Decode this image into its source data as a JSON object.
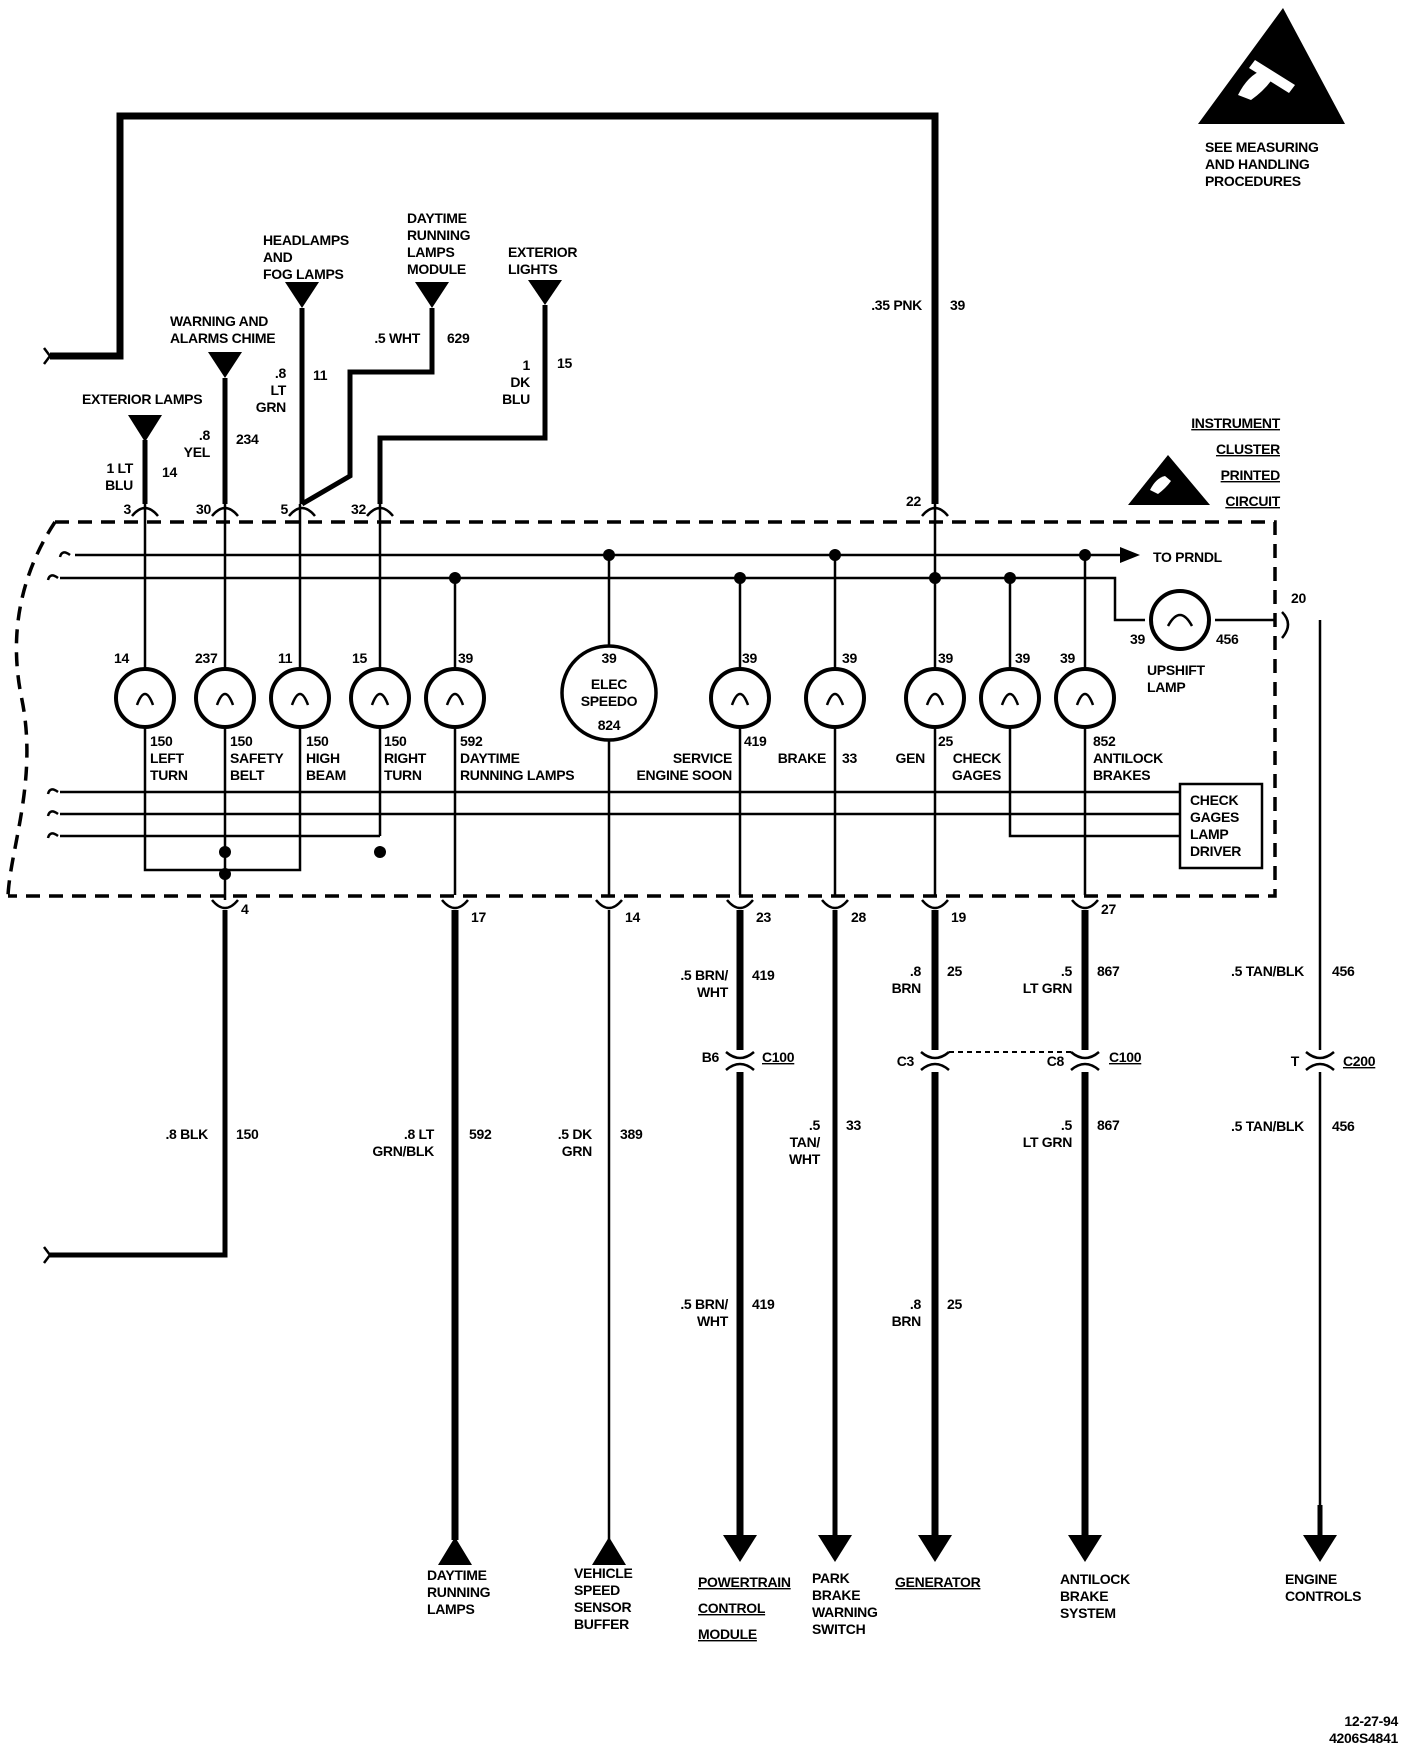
{
  "warning": {
    "l1": "SEE MEASURING",
    "l2": "AND HANDLING",
    "l3": "PROCEDURES"
  },
  "module_title": {
    "l1": "INSTRUMENT",
    "l2": "CLUSTER",
    "l3": "PRINTED",
    "l4": "CIRCUIT"
  },
  "top_sources": {
    "exterior_lamps": {
      "l1": "EXTERIOR LAMPS"
    },
    "warning_chime": {
      "l1": "WARNING AND",
      "l2": "ALARMS CHIME"
    },
    "headlamps": {
      "l1": "HEADLAMPS",
      "l2": "AND",
      "l3": "FOG LAMPS"
    },
    "drl_module": {
      "l1": "DAYTIME",
      "l2": "RUNNING",
      "l3": "LAMPS",
      "l4": "MODULE"
    },
    "exterior_lights": {
      "l1": "EXTERIOR",
      "l2": "LIGHTS"
    }
  },
  "top_wires": {
    "w14": {
      "g1": "1 LT",
      "g2": "BLU",
      "c": "14"
    },
    "w234": {
      "g1": ".8",
      "g2": "YEL",
      "c": "234"
    },
    "w11": {
      "g1": ".8",
      "g2": "LT",
      "g3": "GRN",
      "c": "11"
    },
    "w629": {
      "g1": ".5 WHT",
      "c": "629"
    },
    "w15": {
      "g1": "1",
      "g2": "DK",
      "g3": "BLU",
      "c": "15"
    },
    "w39": {
      "g1": ".35 PNK",
      "c": "39"
    }
  },
  "top_pins": {
    "p3": "3",
    "p30": "30",
    "p5": "5",
    "p32": "32",
    "p22": "22",
    "p20": "20"
  },
  "prndl": "TO PRNDL",
  "upshift": {
    "l1": "UPSHIFT",
    "l2": "LAMP",
    "in": "39",
    "out": "456"
  },
  "lamps": [
    {
      "top": "14",
      "bot": "150",
      "l1": "LEFT",
      "l2": "TURN"
    },
    {
      "top": "237",
      "bot": "150",
      "l1": "SAFETY",
      "l2": "BELT"
    },
    {
      "top": "11",
      "bot": "150",
      "l1": "HIGH",
      "l2": "BEAM"
    },
    {
      "top": "15",
      "bot": "150",
      "l1": "RIGHT",
      "l2": "TURN"
    },
    {
      "top": "39",
      "bot": "592",
      "l1": "DAYTIME",
      "l2": "RUNNING LAMPS"
    },
    {
      "top": "39",
      "bot": "419",
      "l1": "SERVICE",
      "l2": "ENGINE SOON"
    },
    {
      "top": "39",
      "bot": "33",
      "l1": "BRAKE",
      "l2": ""
    },
    {
      "top": "39",
      "bot": "25",
      "l1": "GEN",
      "l2": ""
    },
    {
      "top": "39",
      "bot": "",
      "l1": "CHECK",
      "l2": "GAGES"
    },
    {
      "top": "39",
      "bot": "852",
      "l1": "ANTILOCK",
      "l2": "BRAKES"
    }
  ],
  "speedo": {
    "top": "39",
    "l1": "ELEC",
    "l2": "SPEEDO",
    "bot": "824"
  },
  "driver": {
    "l1": "CHECK",
    "l2": "GAGES",
    "l3": "LAMP",
    "l4": "DRIVER"
  },
  "bottom_pins": {
    "p4": "4",
    "p17": "17",
    "p14": "14",
    "p23": "23",
    "p28": "28",
    "p19": "19",
    "p27": "27"
  },
  "bottom_wires": {
    "w150": {
      "g1": ".8 BLK",
      "c": "150"
    },
    "w592": {
      "g1": ".8 LT",
      "g2": "GRN/BLK",
      "c": "592"
    },
    "w389": {
      "g1": ".5 DK",
      "g2": "GRN",
      "c": "389"
    },
    "w419a": {
      "g1": ".5 BRN/",
      "g2": "WHT",
      "c": "419"
    },
    "w419b": {
      "g1": ".5 BRN/",
      "g2": "WHT",
      "c": "419"
    },
    "w33": {
      "g1": ".5",
      "g2": "TAN/",
      "g3": "WHT",
      "c": "33"
    },
    "w25a": {
      "g1": ".8",
      "g2": "BRN",
      "c": "25"
    },
    "w25b": {
      "g1": ".8",
      "g2": "BRN",
      "c": "25"
    },
    "w867a": {
      "g1": ".5",
      "g2": "LT GRN",
      "c": "867"
    },
    "w867b": {
      "g1": ".5",
      "g2": "LT GRN",
      "c": "867"
    },
    "w456a": {
      "g1": ".5 TAN/BLK",
      "c": "456"
    },
    "w456b": {
      "g1": ".5 TAN/BLK",
      "c": "456"
    }
  },
  "connectors": {
    "b6": "B6",
    "c3": "C3",
    "c8": "C8",
    "t": "T",
    "c100a": "C100",
    "c100b": "C100",
    "c200": "C200"
  },
  "destinations": {
    "drl": {
      "l1": "DAYTIME",
      "l2": "RUNNING",
      "l3": "LAMPS"
    },
    "vss": {
      "l1": "VEHICLE",
      "l2": "SPEED",
      "l3": "SENSOR",
      "l4": "BUFFER"
    },
    "pcm": {
      "l1": "POWERTRAIN",
      "l2": "CONTROL",
      "l3": "MODULE"
    },
    "park": {
      "l1": "PARK",
      "l2": "BRAKE",
      "l3": "WARNING",
      "l4": "SWITCH"
    },
    "gen": {
      "l1": "GENERATOR"
    },
    "abs": {
      "l1": "ANTILOCK",
      "l2": "BRAKE",
      "l3": "SYSTEM"
    },
    "eng": {
      "l1": "ENGINE",
      "l2": "CONTROLS"
    }
  },
  "footer": {
    "date": "12-27-94",
    "code": "4206S4841"
  }
}
